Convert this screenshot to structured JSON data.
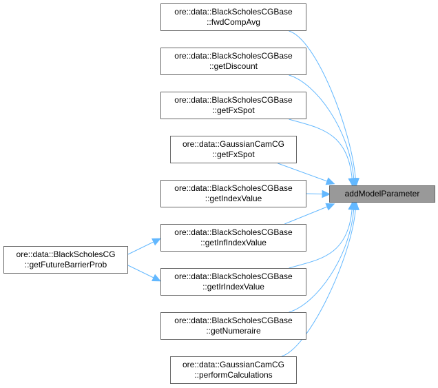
{
  "diagram": {
    "type": "doxygen-caller-graph",
    "edge_color": "#63B8FF",
    "main_fill": "#999999",
    "target": {
      "id": "main",
      "label": "addModelParameter"
    },
    "callers": [
      {
        "id": "c0",
        "line1": "ore::data::BlackScholesCGBase",
        "line2": "::fwdCompAvg"
      },
      {
        "id": "c1",
        "line1": "ore::data::BlackScholesCGBase",
        "line2": "::getDiscount"
      },
      {
        "id": "c2",
        "line1": "ore::data::BlackScholesCGBase",
        "line2": "::getFxSpot"
      },
      {
        "id": "c3",
        "line1": "ore::data::GaussianCamCG",
        "line2": "::getFxSpot"
      },
      {
        "id": "c4",
        "line1": "ore::data::BlackScholesCGBase",
        "line2": "::getIndexValue"
      },
      {
        "id": "c5",
        "line1": "ore::data::BlackScholesCGBase",
        "line2": "::getInfIndexValue"
      },
      {
        "id": "c6",
        "line1": "ore::data::BlackScholesCGBase",
        "line2": "::getIrIndexValue"
      },
      {
        "id": "c7",
        "line1": "ore::data::BlackScholesCGBase",
        "line2": "::getNumeraire"
      },
      {
        "id": "c8",
        "line1": "ore::data::GaussianCamCG",
        "line2": "::performCalculations"
      }
    ],
    "second_level": [
      {
        "id": "l0",
        "line1": "ore::data::BlackScholesCG",
        "line2": "::getFutureBarrierProb"
      }
    ],
    "edges": [
      [
        "c0",
        "main"
      ],
      [
        "c1",
        "main"
      ],
      [
        "c2",
        "main"
      ],
      [
        "c3",
        "main"
      ],
      [
        "c4",
        "main"
      ],
      [
        "c5",
        "main"
      ],
      [
        "c6",
        "main"
      ],
      [
        "c7",
        "main"
      ],
      [
        "c8",
        "main"
      ],
      [
        "l0",
        "c5"
      ],
      [
        "l0",
        "c6"
      ]
    ]
  }
}
